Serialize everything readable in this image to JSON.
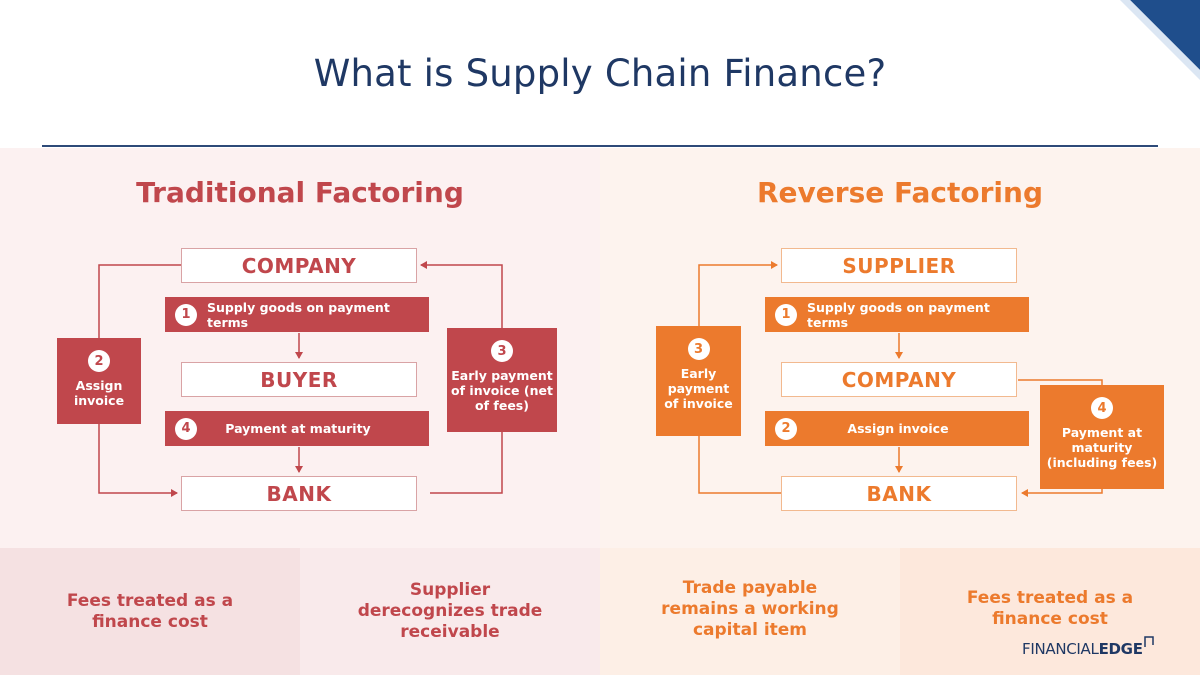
{
  "title": "What is Supply Chain Finance?",
  "traditional": {
    "heading": "Traditional Factoring",
    "entities": {
      "top": "COMPANY",
      "middle": "BUYER",
      "bottom": "BANK"
    },
    "steps": {
      "s1": {
        "num": "1",
        "text": "Supply goods on payment terms"
      },
      "s4": {
        "num": "4",
        "text": "Payment at maturity"
      },
      "s2": {
        "num": "2",
        "line1": "Assign",
        "line2": "invoice"
      },
      "s3": {
        "num": "3",
        "line1": "Early payment",
        "line2": "of invoice (net",
        "line3": "of fees)"
      }
    }
  },
  "reverse": {
    "heading": "Reverse Factoring",
    "entities": {
      "top": "SUPPLIER",
      "middle": "COMPANY",
      "bottom": "BANK"
    },
    "steps": {
      "s1": {
        "num": "1",
        "text": "Supply goods on payment terms"
      },
      "s2": {
        "num": "2",
        "text": "Assign invoice"
      },
      "s3": {
        "num": "3",
        "line1": "Early",
        "line2": "payment",
        "line3": "of invoice"
      },
      "s4": {
        "num": "4",
        "line1": "Payment at",
        "line2": "maturity",
        "line3": "(including fees)"
      }
    }
  },
  "bottom": {
    "b1": {
      "line1": "Fees treated as a",
      "line2": "finance cost"
    },
    "b2": {
      "line1": "Supplier",
      "line2": "derecognizes trade",
      "line3": "receivable"
    },
    "b3": {
      "line1": "Trade payable",
      "line2": "remains a working",
      "line3": "capital item"
    },
    "b4": {
      "line1": "Fees treated as a",
      "line2": "finance cost"
    }
  },
  "logo": {
    "part1": "FINANCIAL",
    "part2": "EDGE"
  },
  "colors": {
    "red": "#c0474c",
    "orange": "#ec7a2d",
    "navy": "#1f3864"
  }
}
